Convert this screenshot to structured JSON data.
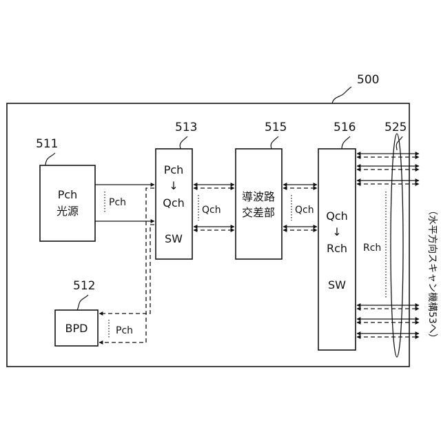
{
  "labels": {
    "device_ref": "500",
    "light_source_ref": "511",
    "light_source_line1": "Pch",
    "light_source_line2": "光源",
    "bpd_ref": "512",
    "bpd_label": "BPD",
    "sw1_ref": "513",
    "sw1_from": "Pch",
    "sw1_arrow": "↓",
    "sw1_to": "Qch",
    "sw1_sw": "SW",
    "waveguide_ref": "515",
    "waveguide_line1": "導波路",
    "waveguide_line2": "交差部",
    "sw2_ref": "516",
    "sw2_from": "Qch",
    "sw2_arrow": "↓",
    "sw2_to": "Rch",
    "sw2_sw": "SW",
    "bundle_ref": "525",
    "pch_label_top": "Pch",
    "pch_label_bottom": "Pch",
    "qch_label_1": "Qch",
    "qch_label_2": "Qch",
    "rch_label": "Rch",
    "side_note": "（水平方向スキャン機構53へ）"
  }
}
